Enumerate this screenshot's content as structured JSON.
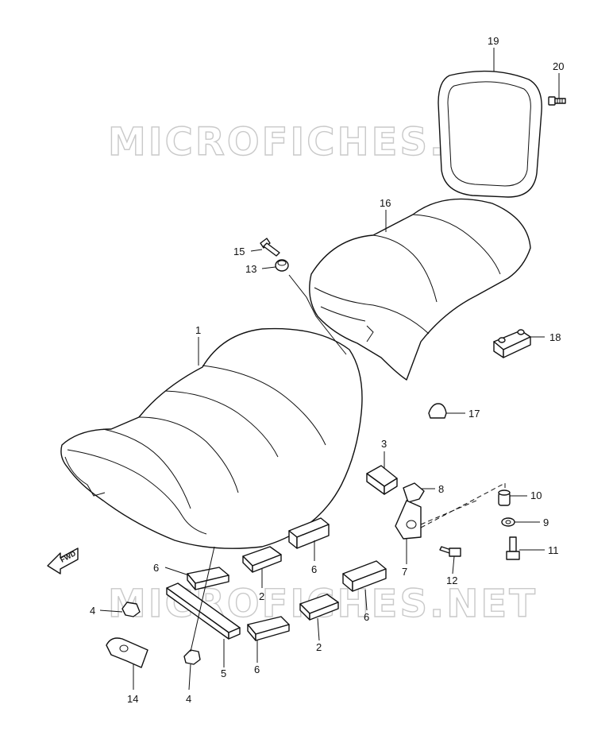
{
  "diagram": {
    "watermark": "MICROFICHES.NET",
    "direction_marker": "FWD",
    "callouts": {
      "c1": "1",
      "c2a": "2",
      "c2b": "2",
      "c3": "3",
      "c4a": "4",
      "c4b": "4",
      "c5": "5",
      "c6a": "6",
      "c6b": "6",
      "c6c": "6",
      "c6d": "6",
      "c7": "7",
      "c8": "8",
      "c9": "9",
      "c10": "10",
      "c11": "11",
      "c12": "12",
      "c13": "13",
      "c14": "14",
      "c15": "15",
      "c16": "16",
      "c17": "17",
      "c18": "18",
      "c19": "19",
      "c20": "20"
    }
  }
}
